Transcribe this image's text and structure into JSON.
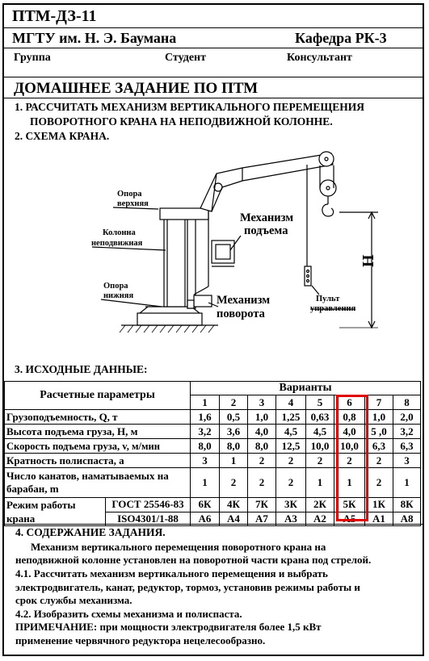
{
  "header": {
    "code": "ПТМ-ДЗ-11",
    "university": "МГТУ им. Н. Э. Баумана",
    "department": "Кафедра РК-3",
    "group_label": "Группа",
    "student_label": "Студент",
    "consultant_label": "Консультант"
  },
  "title": "ДОМАШНЕЕ ЗАДАНИЕ ПО ПТМ",
  "task": {
    "line1": "1. РАССЧИТАТЬ  МЕХАНИЗМ ВЕРТИКАЛЬНОГО   ПЕРЕМЕЩЕНИЯ",
    "line2": "ПОВОРОТНОГО КРАНА НА НЕПОДВИЖНОЙ КОЛОННЕ.",
    "scheme_heading": "2. СХЕМА КРАНА."
  },
  "diagram": {
    "support_top": [
      "Опора",
      "верхняя"
    ],
    "column": [
      "Колонна",
      "неподвижная"
    ],
    "support_bottom": [
      "Опора",
      "нижняя"
    ],
    "lift_mechanism": [
      "Механизм",
      "подъема"
    ],
    "rotation_mechanism": [
      "Механизм",
      "поворота"
    ],
    "control_panel": [
      "Пульт",
      "управления"
    ],
    "height_label": "Н"
  },
  "initial_data_heading": "3. ИСХОДНЫЕ ДАННЫЕ:",
  "table": {
    "param_header": "Расчетные параметры",
    "variants_header": "Варианты",
    "variants": [
      "1",
      "2",
      "3",
      "4",
      "5",
      "6",
      "7",
      "8"
    ],
    "rows": [
      {
        "label": "Грузоподъемность, Q, т",
        "values": [
          "1,6",
          "0,5",
          "1,0",
          "1,25",
          "0,63",
          "0,8",
          "1,0",
          "2,0"
        ]
      },
      {
        "label": "Высота подъема груза, Н, м",
        "values": [
          "3,2",
          "3,6",
          "4,0",
          "4,5",
          "4,5",
          "4,0",
          "5 ,0",
          "3,2"
        ]
      },
      {
        "label": "Скорость подъема груза, v, м/мин",
        "values": [
          "8,0",
          "8,0",
          "8,0",
          "12,5",
          "10,0",
          "10,0",
          "6,3",
          "6,3"
        ]
      },
      {
        "label": "Кратность полиспаста, a",
        "values": [
          "3",
          "1",
          "2",
          "2",
          "2",
          "2",
          "2",
          "3"
        ]
      },
      {
        "label": "Число канатов, наматываемых на барабан, m",
        "values": [
          "1",
          "2",
          "2",
          "2",
          "1",
          "1",
          "2",
          "1"
        ]
      }
    ],
    "mode_label": "Режим работы крана",
    "gost_label": "ГОСТ 25546-83",
    "gost_values": [
      "6К",
      "4К",
      "7К",
      "3К",
      "2К",
      "5К",
      "1К",
      "8К"
    ],
    "iso_label": "ISO4301/1-88",
    "iso_values": [
      "А6",
      "А4",
      "А7",
      "А3",
      "А2",
      "А5",
      "А1",
      "А8"
    ],
    "highlight_color": "#e00000"
  },
  "content": {
    "heading": "4. СОДЕРЖАНИЕ ЗАДАНИЯ.",
    "p1_line1": "Механизм вертикального перемещения  поворотного крана  на",
    "p1_line2": "неподвижной колонне установлен  на поворотной части крана под стрелой.",
    "p2_line1": "4.1. Рассчитать механизм вертикального перемещения и выбрать",
    "p2_line2": "электродвигатель, канат, редуктор, тормоз, установив режимы работы и",
    "p2_line3": "срок службы механизма.",
    "p3": "4.2. Изобразить схемы механизма и полиспаста.",
    "note_label": "ПРИМЕЧАНИЕ:",
    "note_line1": "   при мощности электродвигателя более 1,5 кВт",
    "note_line2": "применение червячного редуктора нецелесообразно."
  }
}
